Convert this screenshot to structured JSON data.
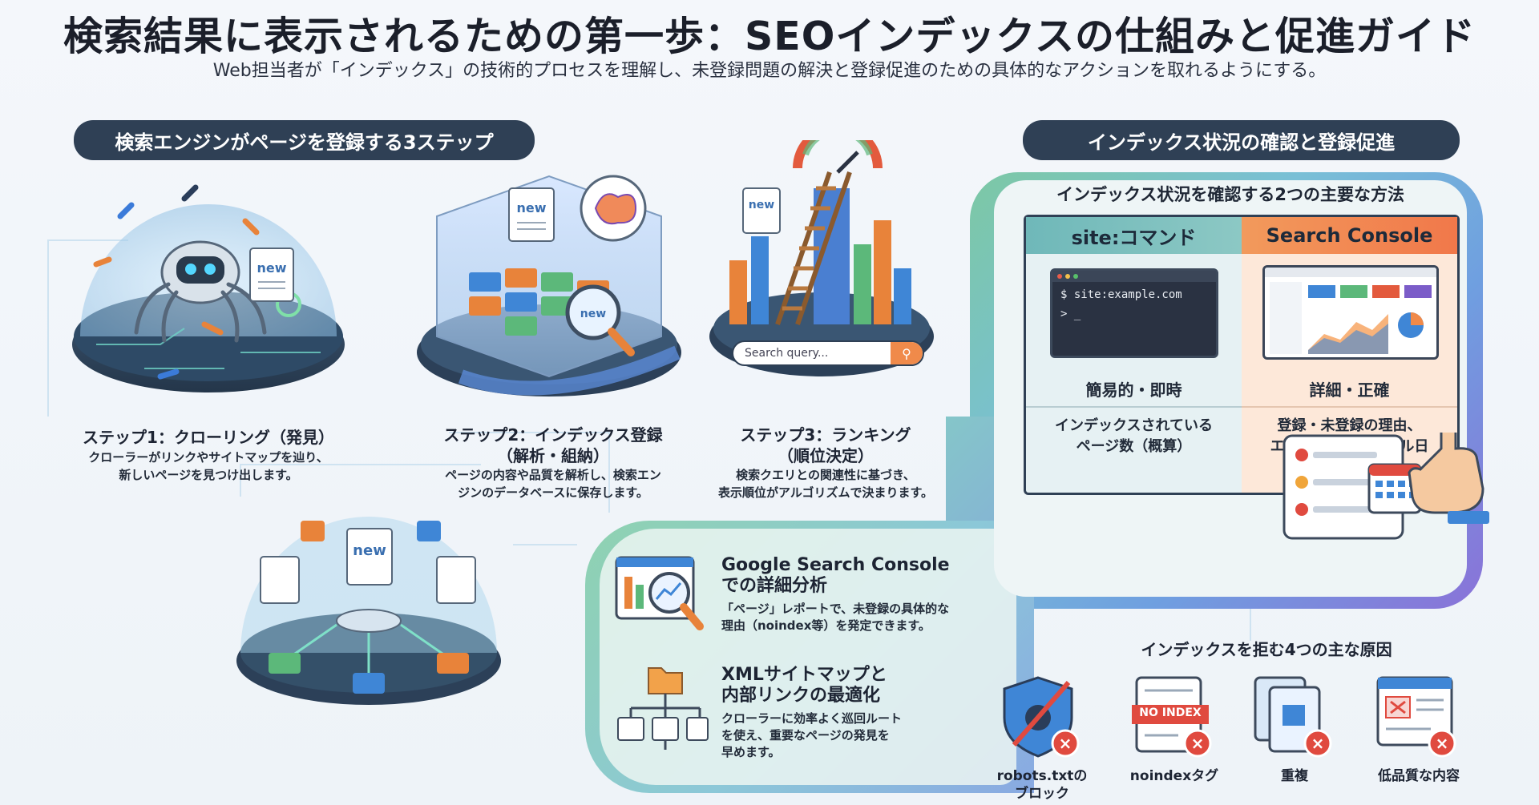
{
  "title": "検索結果に表示されるための第一歩：SEOインデックスの仕組みと促進ガイド",
  "subtitle": "Web担当者が「インデックス」の技術的プロセスを理解し、未登録問題の解決と登録促進のための具体的なアクションを取れるようにする。",
  "left_section": {
    "heading": "検索エンジンがページを登録する3ステップ",
    "steps": [
      {
        "title": "ステップ1：クローリング（発見）",
        "desc_1": "クローラーがリンクやサイトマップを辿り、",
        "desc_2": "新しいページを見つけ出します。",
        "doc_label": "new"
      },
      {
        "title_1": "ステップ2：インデックス登録",
        "title_2": "（解析・組納）",
        "desc_1": "ページの内容や品質を解析し、検索エン",
        "desc_2": "ジンのデータベースに保存します。",
        "doc_label": "new",
        "lens_label": "new"
      },
      {
        "title_1": "ステップ3：ランキング",
        "title_2": "（順位決定）",
        "desc_1": "検索クエリとの関連性に基づき、",
        "desc_2": "表示順位がアルゴリズムで決まります。",
        "doc_label": "new",
        "search_placeholder": "Search query..."
      }
    ],
    "hub_doc_label": "new"
  },
  "right_section": {
    "heading": "インデックス状況の確認と登録促進",
    "methods_title": "インデックス状況を確認する2つの主要な方法",
    "method_site": {
      "name": "site:コマンド",
      "command": "$ site:example.com",
      "prompt": "> _",
      "summary": "簡易的・即時",
      "desc_1": "インデックスされている",
      "desc_2": "ページ数（概算）"
    },
    "method_gsc": {
      "name": "Search Console",
      "summary": "詳細・正確",
      "desc_1": "登録・未登録の理由、",
      "desc_2": "エラー、最終クロール日"
    }
  },
  "actions": [
    {
      "title_1": "Google Search Console",
      "title_2": "での詳細分析",
      "desc_1": "「ページ」レポートで、未登録の具体的な",
      "desc_2": "理由（noindex等）を発定できます。"
    },
    {
      "title_1": "XMLサイトマップと",
      "title_2": "内部リンクの最適化",
      "desc_1": "クローラーに効率よく巡回ルート",
      "desc_2": "を使え、重要なページの発見を",
      "desc_3": "早めます。"
    }
  ],
  "causes": {
    "title": "インデックスを拒む4つの主な原因",
    "items": [
      {
        "label_1": "robots.txtの",
        "label_2": "ブロック",
        "icon": "shield-block-icon"
      },
      {
        "label_1": "noindexタグ",
        "label_2": "",
        "icon": "noindex-doc-icon",
        "badge": "NO INDEX"
      },
      {
        "label_1": "重複",
        "label_2": "",
        "icon": "duplicate-doc-icon"
      },
      {
        "label_1": "低品質な内容",
        "label_2": "",
        "icon": "low-quality-page-icon"
      }
    ]
  },
  "colors": {
    "pill_bg": "#2f4055",
    "site_accent": "#6fb8b9",
    "gsc_accent": "#f1784a",
    "error_red": "#e04a3f"
  }
}
